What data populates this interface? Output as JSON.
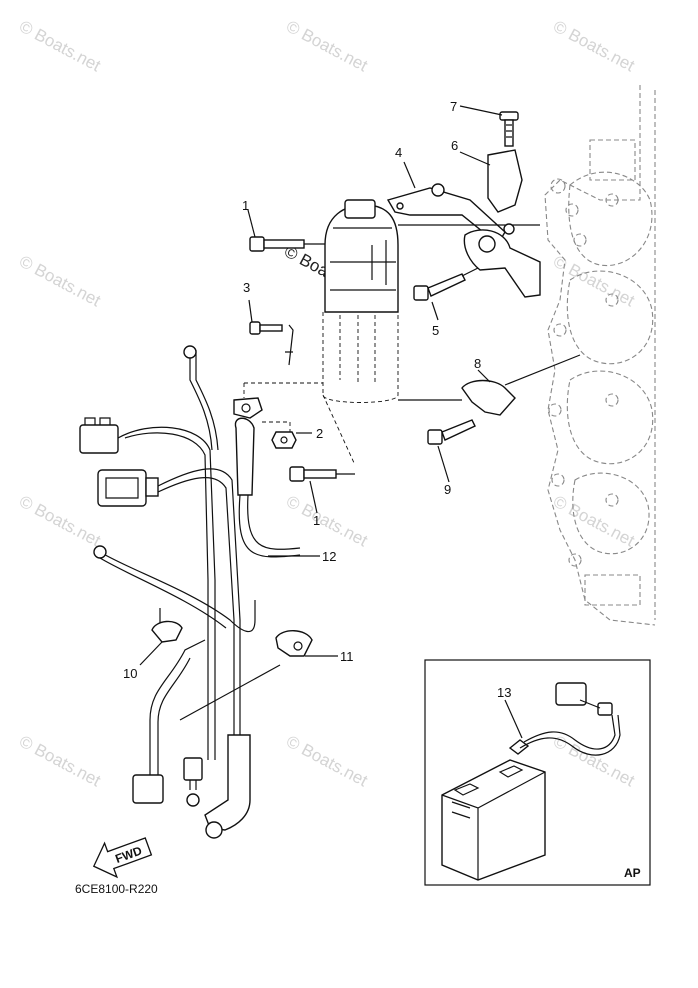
{
  "watermark": {
    "text": "© Boats.net"
  },
  "callouts": {
    "c1a": "1",
    "c1b": "1",
    "c2": "2",
    "c3": "3",
    "c4": "4",
    "c5": "5",
    "c6": "6",
    "c7": "7",
    "c8": "8",
    "c9": "9",
    "c10": "10",
    "c11": "11",
    "c12": "12",
    "c13": "13"
  },
  "inset": {
    "label": "AP"
  },
  "fwd_arrow": {
    "label": "FWD"
  },
  "diagram_code": "6CE8100-R220"
}
